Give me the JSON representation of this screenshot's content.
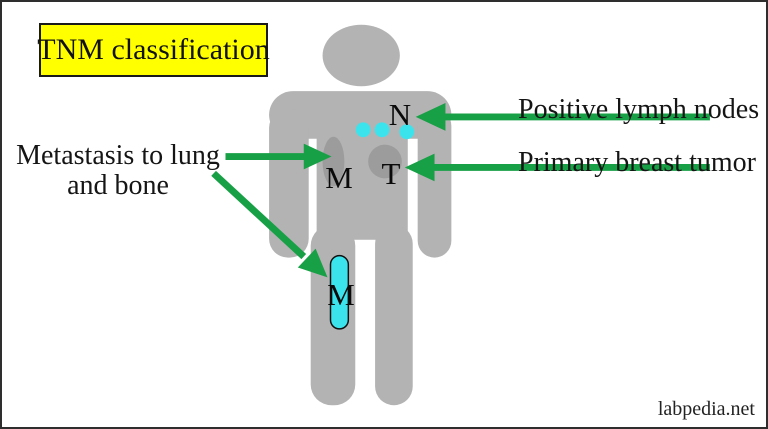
{
  "title": "TNM classification",
  "annotations": {
    "metastasis_line1": "Metastasis to lung",
    "metastasis_line2": "and bone",
    "positive_lymph_nodes": "Positive lymph nodes",
    "primary_breast_tumor": "Primary breast tumor"
  },
  "markers": {
    "lymph_nodes": "N",
    "primary_tumor": "T",
    "lung_metastasis": "M",
    "bone_metastasis": "M"
  },
  "watermark": "labpedia.net",
  "colors": {
    "body_gray": "#b3b3b3",
    "organ_gray": "#9c9c9c",
    "marker_cyan": "#3be4ec",
    "arrow_green": "#18a046",
    "title_background": "#ffff00",
    "title_border": "#1a1a1a",
    "canvas_border": "#2e2e2e"
  }
}
